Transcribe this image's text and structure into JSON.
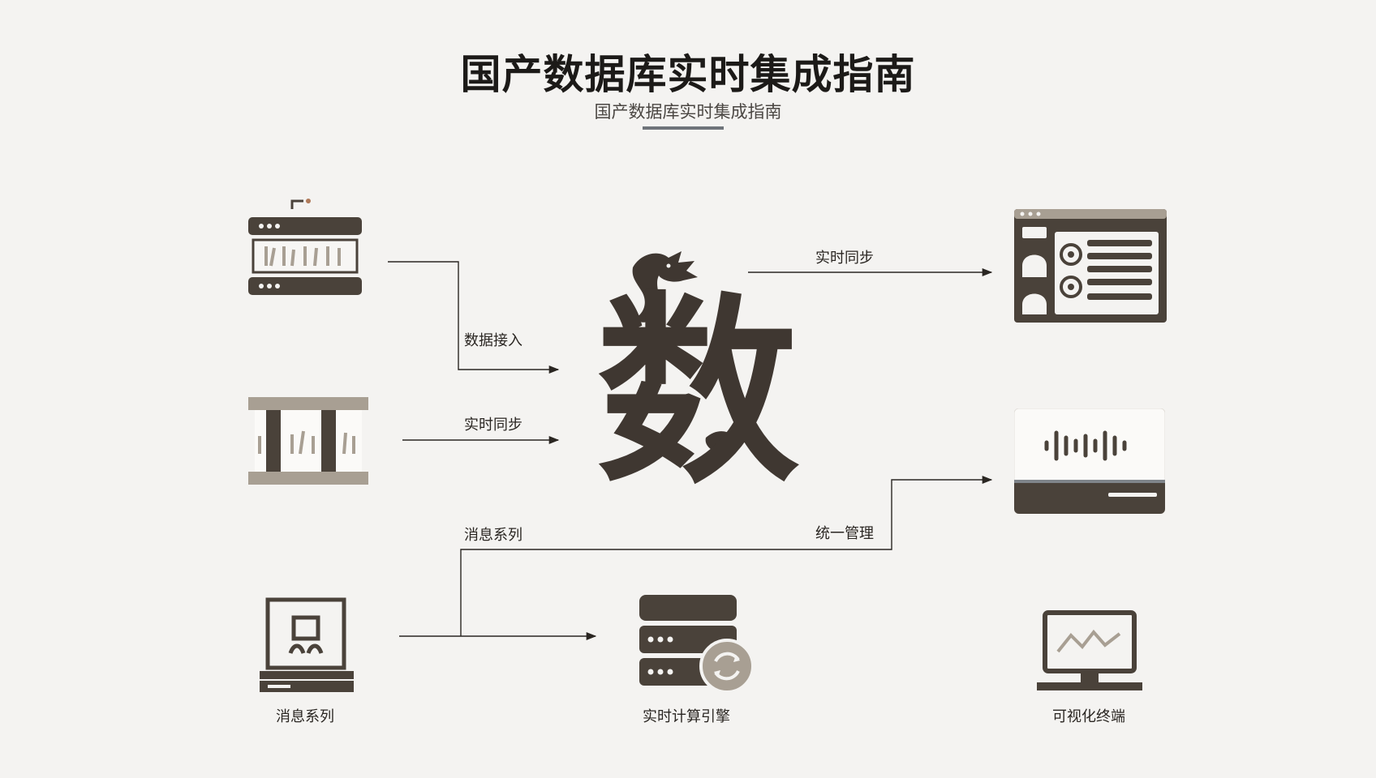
{
  "header": {
    "title": "国产数据库实时集成指南",
    "subtitle": "国产数据库实时集成指南"
  },
  "center": {
    "glyph": "数",
    "icon": "dragon-icon"
  },
  "edges": {
    "ingest": "数据接入",
    "sync_left": "实时同步",
    "queue_mid": "消息系列",
    "sync_right": "实时同步",
    "manage": "统一管理"
  },
  "nodes": {
    "source_db": {
      "icon": "database-server-icon"
    },
    "columns": {
      "icon": "database-columns-icon"
    },
    "message_queue": {
      "icon": "queue-device-icon",
      "label": "消息系列"
    },
    "compute_engine": {
      "icon": "server-sync-icon",
      "label": "实时计算引擎"
    },
    "dashboard": {
      "icon": "dashboard-window-icon"
    },
    "audio_panel": {
      "icon": "waveform-panel-icon"
    },
    "viz_terminal": {
      "icon": "monitor-chart-icon",
      "label": "可视化终端"
    }
  },
  "colors": {
    "dark": "#4a423a",
    "taupe": "#a89f93",
    "background": "#f4f3f1"
  }
}
